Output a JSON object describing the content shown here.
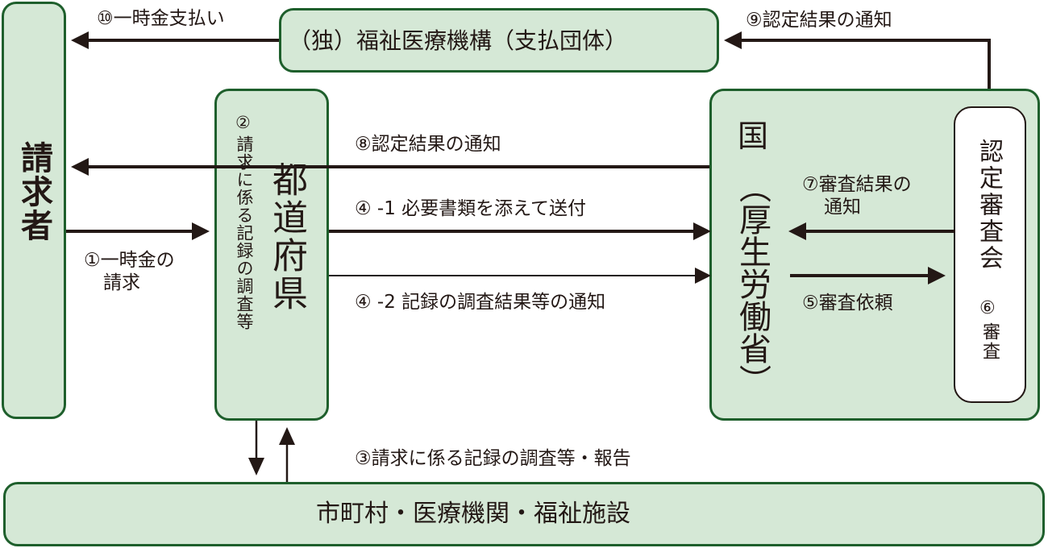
{
  "boxes": {
    "claimant": "請求者",
    "fund": "（独）福祉医療機構（支払団体）",
    "prefecture": "都道府県",
    "prefecture_note_num": "②",
    "prefecture_note": "請求に係る記録の調査等",
    "ministry_top": "国",
    "ministry": "（厚生労働省）",
    "council": "認定審査会",
    "council_step_num": "⑥",
    "council_step": "審査",
    "municipal": "市町村・医療機関・福祉施設"
  },
  "steps": {
    "s1_line1": "①一時金の",
    "s1_line2": "請求",
    "s3": "③請求に係る記録の調査等・報告",
    "s4_1": "④ -1 必要書類を添えて送付",
    "s4_2": "④ -2 記録の調査結果等の通知",
    "s5": "⑤審査依頼",
    "s7_line1": "⑦審査結果の",
    "s7_line2": "通知",
    "s8": "⑧認定結果の通知",
    "s9": "⑨認定結果の通知",
    "s10": "⑩一時金支払い"
  },
  "colors": {
    "box_fill": "#d5e8d6",
    "box_border": "#1e5f2c",
    "arrow": "#231815",
    "text": "#231815"
  }
}
